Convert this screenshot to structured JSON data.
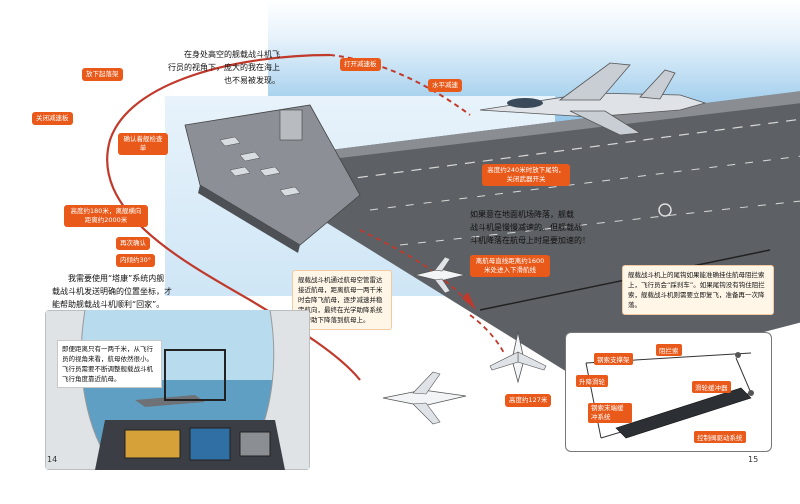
{
  "top_notes": {
    "pilot_view": [
      "在身处高空的舰载战斗机飞",
      "行员的视角下，庞大的我在海上",
      "也不易被发现。"
    ]
  },
  "callouts": {
    "flaps_down": "放下起落架",
    "close_speedbrake": "关闭减速板",
    "confirm_landing": "确认着舰检查单",
    "height_180": "高度约180米，离舰横向距离约2000米",
    "reconfirm": "再次确认",
    "bank_30": "内倾约30°",
    "open_speedbrake": "打开减速板",
    "level_decel": "水平减速",
    "height_240": "高度约240米时放下尾钩，关闭武器开关",
    "approach_1600": "离航母直线距离约1600米处进入下滑航线",
    "height_127": "高度约127米"
  },
  "main_notes": {
    "abort": [
      "如果意在地面机场降落，舰载",
      "战斗机是慢慢减速的。但舰载战",
      "斗机降落在航母上时是要加速的！"
    ],
    "guide": [
      "我需要使用“塔康”系统内舰",
      "载战斗机发送明确的位置坐标，才",
      "能帮助舰载战斗机顺利“回家”。"
    ]
  },
  "small_notes": {
    "approach_detail": "舰载战斗机通过航母空管雷达接近航母，距离航母一两千米时会降飞航母，逐步减速并稳定航向，最终在光学助降系统的帮助下降落到航母上。",
    "hook_detail": "舰载战斗机上的尾钩如果能准确挂住航母阻拦索上，飞行员会“踩刹车”。如果尾钩没有钩住阻拦索，舰载战斗机则需要立即复飞，准备再一次降落。",
    "cockpit_detail": "即便距离只有一两千米，从飞行员的视角来看，航母依然很小。飞行员需要不断调整舰载战斗机飞行角度靠近航母。"
  },
  "inset_labels": {
    "support": "钢索支撑架",
    "arrest_wire": "阻拦索",
    "lift_pulley": "升降滑轮",
    "end_buffer": "钢索末端缓冲系统",
    "slide_buffer": "滑轮缓冲器",
    "control_valve": "控制阀驱动系统"
  },
  "page_numbers": {
    "left": "14",
    "right": "15"
  },
  "colors": {
    "accent": "#e8591a",
    "path_red": "#c0392b",
    "deck_gray": "#5d6065",
    "sky_blue": "#8fc4e8"
  }
}
